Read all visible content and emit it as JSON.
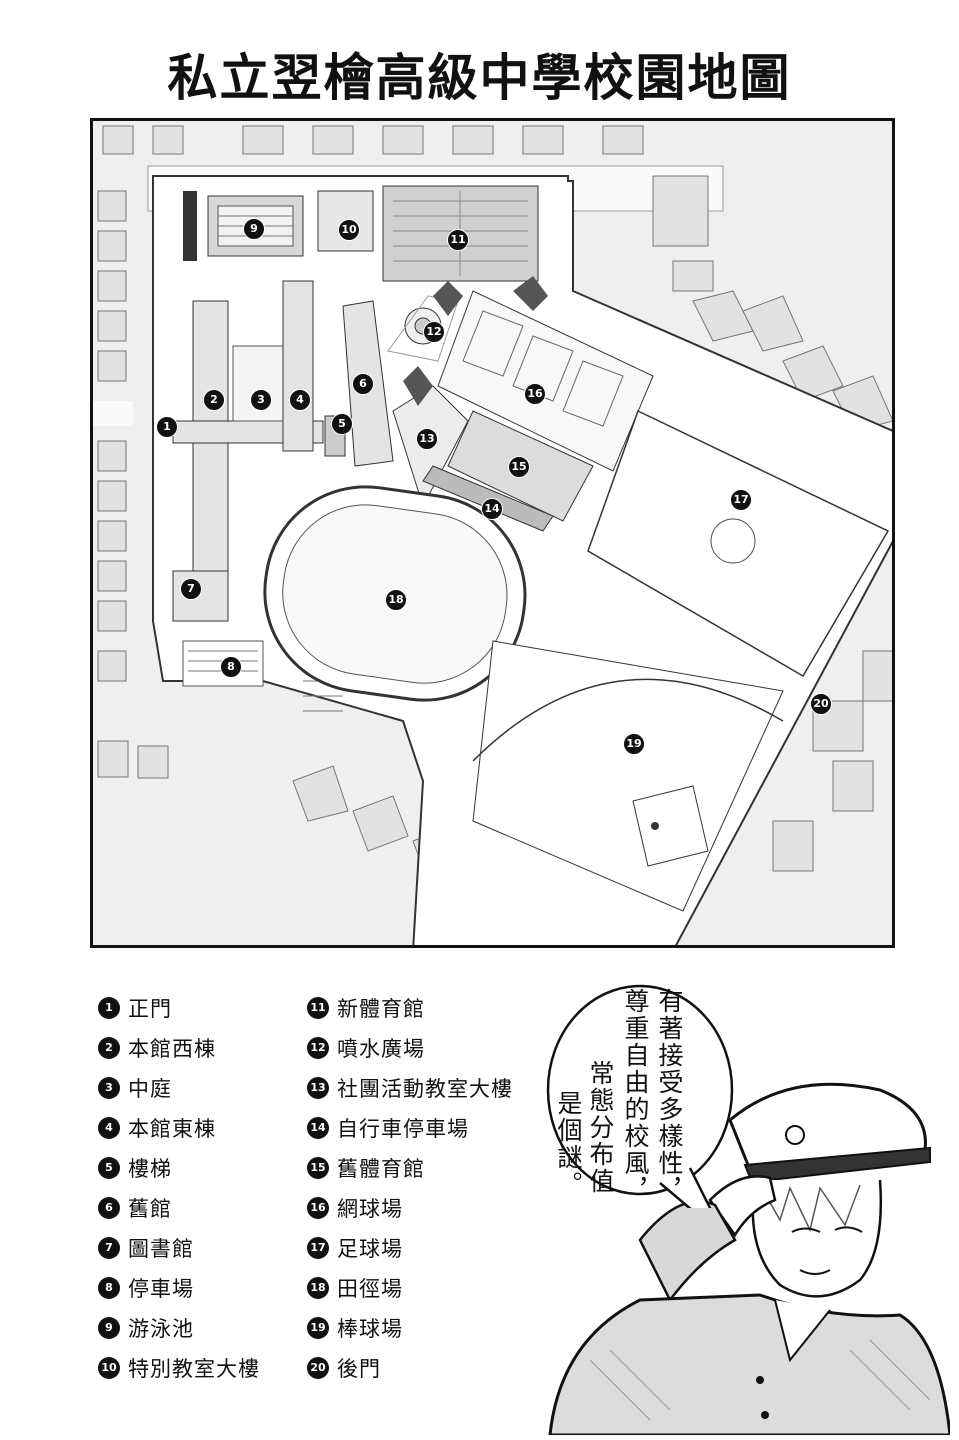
{
  "title": "私立翌檜高級中學校園地圖",
  "markers": [
    "1",
    "2",
    "3",
    "4",
    "5",
    "6",
    "7",
    "8",
    "9",
    "10",
    "11",
    "12",
    "13",
    "14",
    "15",
    "16",
    "17",
    "18",
    "19",
    "20"
  ],
  "legend": [
    {
      "num": "1",
      "label": "正門"
    },
    {
      "num": "2",
      "label": "本館西棟"
    },
    {
      "num": "3",
      "label": "中庭"
    },
    {
      "num": "4",
      "label": "本館東棟"
    },
    {
      "num": "5",
      "label": "樓梯"
    },
    {
      "num": "6",
      "label": "舊館"
    },
    {
      "num": "7",
      "label": "圖書館"
    },
    {
      "num": "8",
      "label": "停車場"
    },
    {
      "num": "9",
      "label": "游泳池"
    },
    {
      "num": "10",
      "label": "特別教室大樓"
    },
    {
      "num": "11",
      "label": "新體育館"
    },
    {
      "num": "12",
      "label": "噴水廣場"
    },
    {
      "num": "13",
      "label": "社團活動教室大樓"
    },
    {
      "num": "14",
      "label": "自行車停車場"
    },
    {
      "num": "15",
      "label": "舊體育館"
    },
    {
      "num": "16",
      "label": "網球場"
    },
    {
      "num": "17",
      "label": "足球場"
    },
    {
      "num": "18",
      "label": "田徑場"
    },
    {
      "num": "19",
      "label": "棒球場"
    },
    {
      "num": "20",
      "label": "後門"
    }
  ],
  "speech": {
    "col1": "有著接受多樣性，",
    "col2": "尊重自由的校風，",
    "col3": "常態分布值",
    "col4": "是個謎。"
  }
}
